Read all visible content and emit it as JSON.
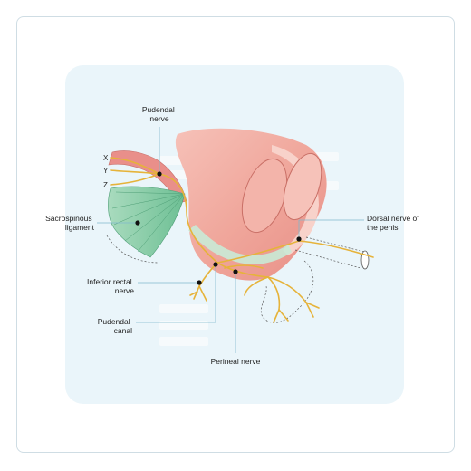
{
  "labels": {
    "pudendal_nerve": [
      "Pudendal",
      "nerve"
    ],
    "branches": [
      "X",
      "Y",
      "Z"
    ],
    "sacrospinous_ligament": [
      "Sacrospinous",
      "ligament"
    ],
    "dorsal_nerve": [
      "Dorsal nerve of",
      "the penis"
    ],
    "inferior_rectal_nerve": [
      "Inferior rectal",
      "nerve"
    ],
    "pudendal_canal": [
      "Pudendal",
      "canal"
    ],
    "perineal_nerve": "Perineal nerve"
  },
  "colors": {
    "panel": "#eaf5fa",
    "tissue": "#f0a9a0",
    "tissue_light": "#f7c8c0",
    "ligament": "#7fc7a0",
    "nerve": "#e6b33a",
    "canal": "#c9ead6",
    "leader": "#7fb8cc",
    "dot": "#111111"
  }
}
